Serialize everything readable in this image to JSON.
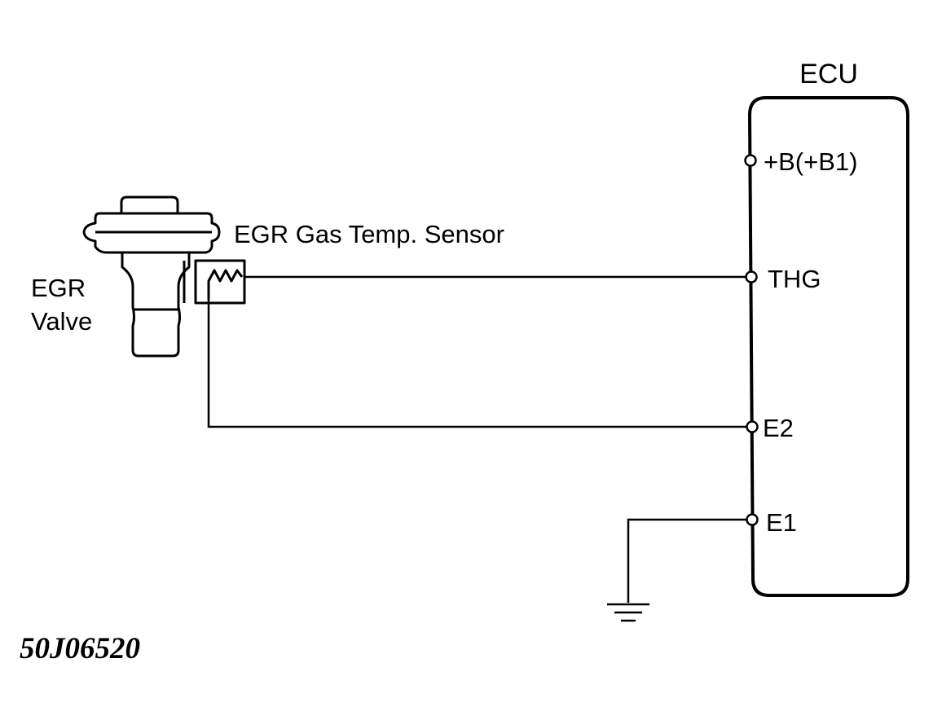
{
  "ecu": {
    "title": "ECU",
    "pins": {
      "b": "+B(+B1)",
      "thg": "THG",
      "e2": "E2",
      "e1": "E1"
    }
  },
  "egr_valve": {
    "label_line1": "EGR",
    "label_line2": "Valve"
  },
  "sensor": {
    "label": "EGR Gas Temp. Sensor"
  },
  "figure_code": "50J06520",
  "colors": {
    "ink": "#000000",
    "background": "#ffffff"
  }
}
